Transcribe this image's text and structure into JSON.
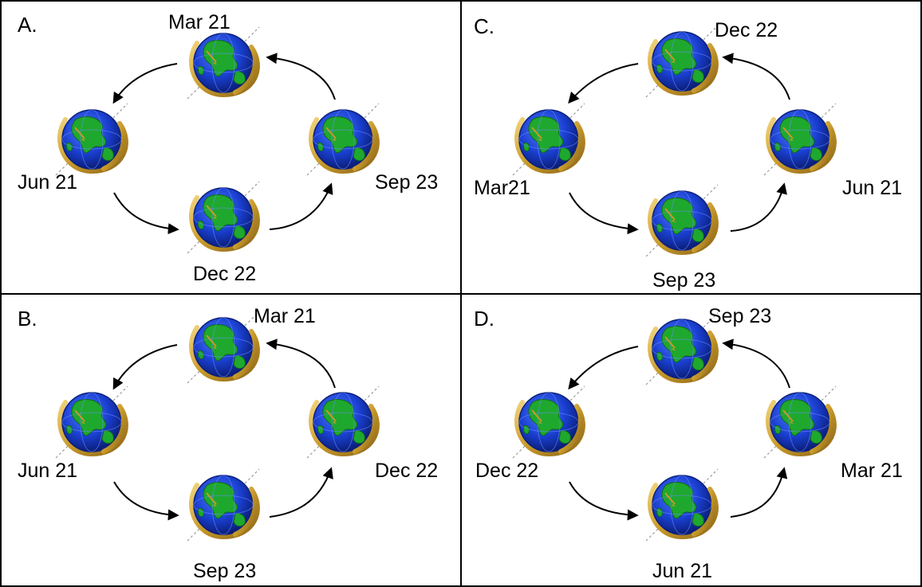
{
  "panels": [
    {
      "letter": "A.",
      "labels": {
        "top": "Mar 21",
        "left": "Jun 21",
        "bottom": "Dec 22",
        "right": "Sep 23"
      }
    },
    {
      "letter": "C.",
      "labels": {
        "top": "Dec 22",
        "left": "Mar21",
        "bottom": "Sep 23",
        "right": "Jun 21"
      }
    },
    {
      "letter": "B.",
      "labels": {
        "top": "Mar 21",
        "left": "Jun 21",
        "bottom": "Sep 23",
        "right": "Dec 22"
      }
    },
    {
      "letter": "D.",
      "labels": {
        "top": "Sep 23",
        "left": "Dec 22",
        "bottom": "Jun 21",
        "right": "Mar 21"
      }
    }
  ],
  "icons": {
    "globe": "earth-globe-icon",
    "arrow": "curved-arrow-icon"
  },
  "colors": {
    "ocean": "#1a3fd0",
    "land": "#1fa82e",
    "orbit": "#c89a2a",
    "border": "#000000"
  }
}
